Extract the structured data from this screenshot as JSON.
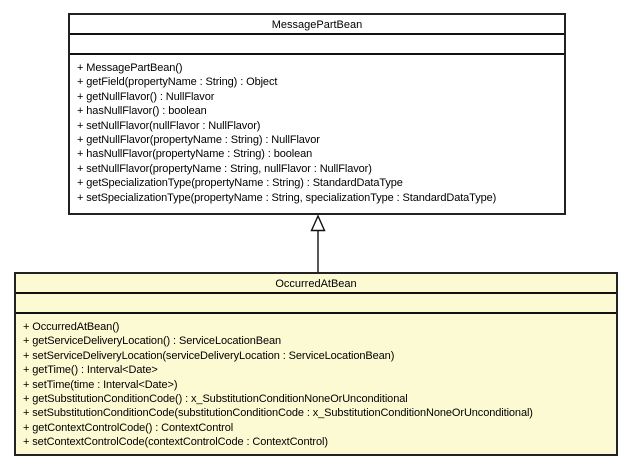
{
  "diagram": {
    "type": "uml-class-diagram",
    "colors": {
      "class_fill": "#ffffff",
      "highlight_fill": "#fcfad2",
      "border": "#222222",
      "separator": "#111111"
    },
    "classes": [
      {
        "name": "MessagePartBean",
        "attributes": [],
        "methods": [
          "+ MessagePartBean()",
          "+ getField(propertyName : String) : Object",
          "+ getNullFlavor() : NullFlavor",
          "+ hasNullFlavor() : boolean",
          "+ setNullFlavor(nullFlavor : NullFlavor)",
          "+ getNullFlavor(propertyName : String) : NullFlavor",
          "+ hasNullFlavor(propertyName : String) : boolean",
          "+ setNullFlavor(propertyName : String, nullFlavor : NullFlavor)",
          "+ getSpecializationType(propertyName : String) : StandardDataType",
          "+ setSpecializationType(propertyName : String, specializationType : StandardDataType)"
        ]
      },
      {
        "name": "OccurredAtBean",
        "attributes": [],
        "methods": [
          "+ OccurredAtBean()",
          "+ getServiceDeliveryLocation() : ServiceLocationBean",
          "+ setServiceDeliveryLocation(serviceDeliveryLocation : ServiceLocationBean)",
          "+ getTime() : Interval<Date>",
          "+ setTime(time : Interval<Date>)",
          "+ getSubstitutionConditionCode() : x_SubstitutionConditionNoneOrUnconditional",
          "+ setSubstitutionConditionCode(substitutionConditionCode : x_SubstitutionConditionNoneOrUnconditional)",
          "+ getContextControlCode() : ContextControl",
          "+ setContextControlCode(contextControlCode : ContextControl)"
        ]
      }
    ],
    "relationship": {
      "kind": "generalization",
      "from": "OccurredAtBean",
      "to": "MessagePartBean"
    }
  }
}
